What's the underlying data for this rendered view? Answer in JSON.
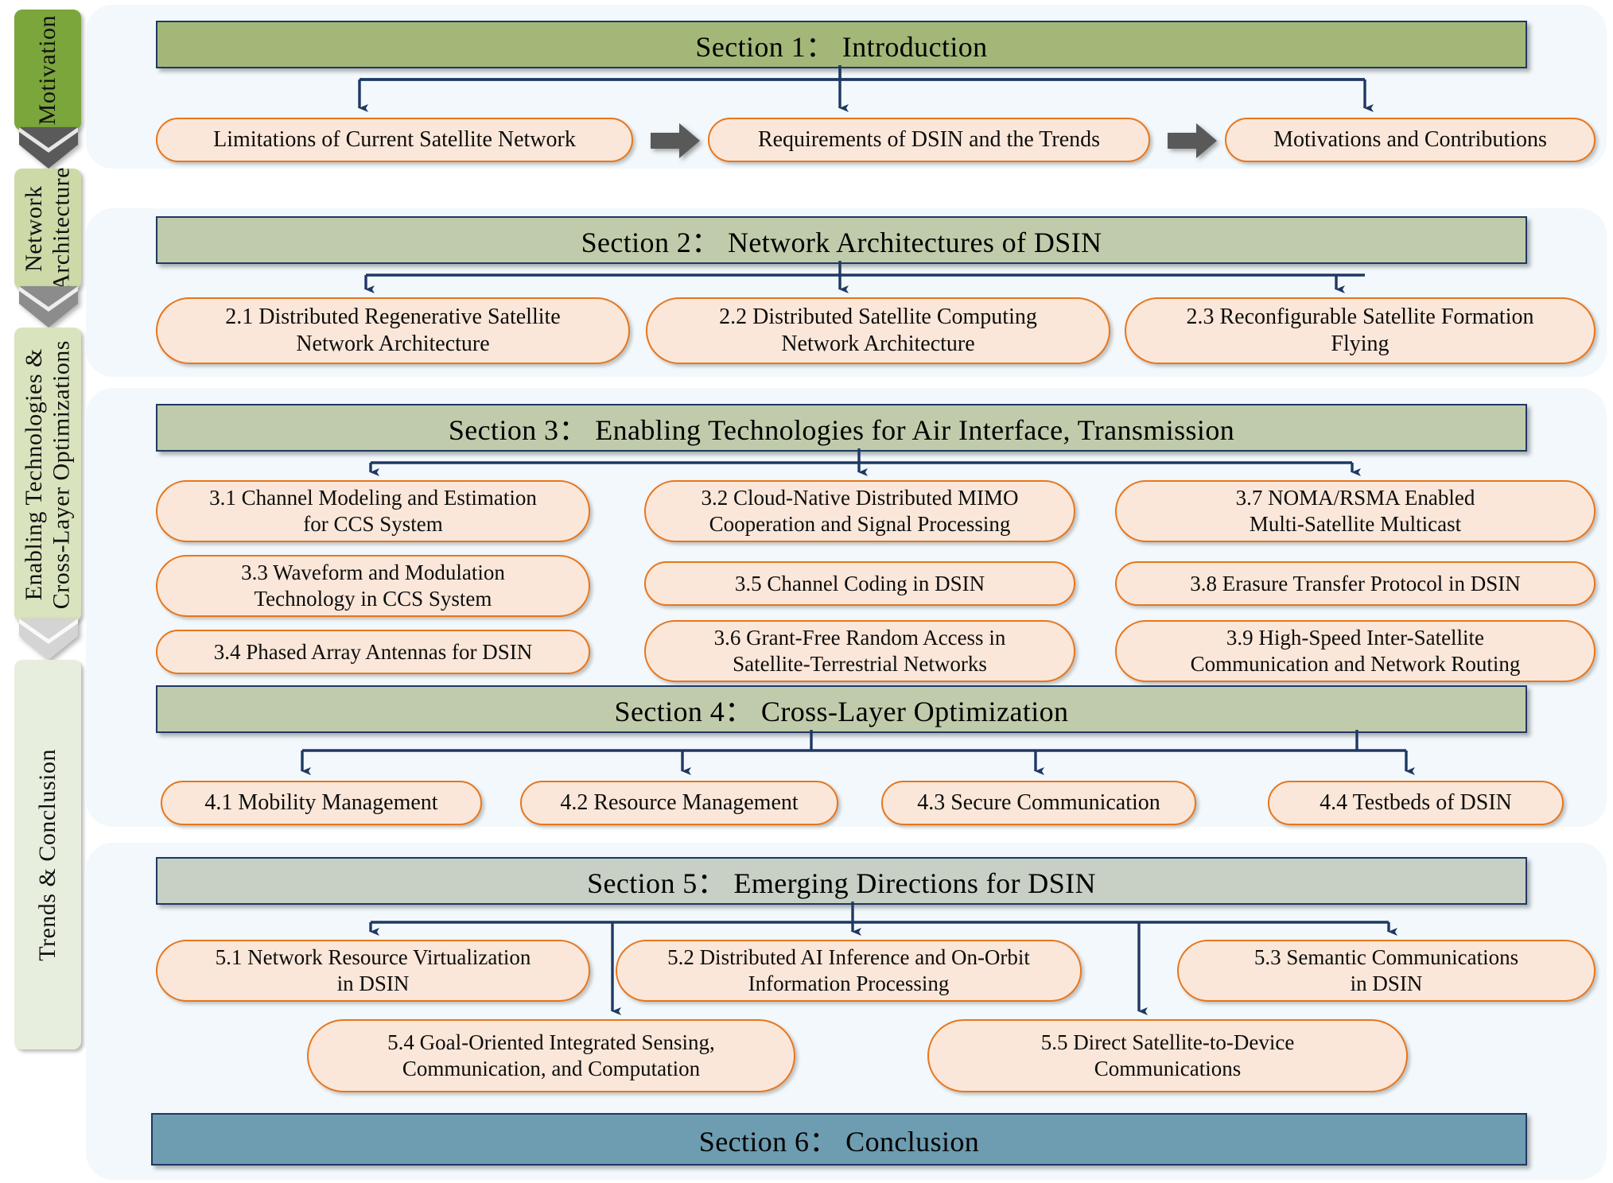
{
  "colors": {
    "panel_bg": "#f2f8fb",
    "section_green_1": "#a3b878",
    "section_green_2": "#c0cbab",
    "section_blue_6": "#6e9cb0",
    "node_fill": "#fae7d9",
    "node_border": "#e8761c",
    "connector": "#1f3864",
    "rail_green_1": "#7fa githe",
    "arrow_grey": "#595959"
  },
  "rail": {
    "items": [
      {
        "label": "Motivation",
        "fill": "#7ba63c"
      },
      {
        "label": "Network\nArchitecture",
        "fill": "#cddaa8"
      },
      {
        "label": "Enabling Technologies &\nCross-Layer Optimizations",
        "fill": "#d9e3bd"
      },
      {
        "label": "Trends & Conclusion",
        "fill": "#e8eede"
      }
    ],
    "chevrons": [
      {
        "name": "rail-chevron-1",
        "fill": "#5a5a5a"
      },
      {
        "name": "rail-chevron-2",
        "fill": "#8c8c8c"
      },
      {
        "name": "rail-chevron-3",
        "fill": "#d4d4d4"
      }
    ]
  },
  "sections": [
    {
      "id": "section-1",
      "title": "Section 1：  Introduction",
      "bar_fill": "#a3b878",
      "nodes": [
        {
          "id": "s1-n1",
          "label": "Limitations of Current Satellite Network"
        },
        {
          "id": "s1-n2",
          "label": "Requirements of DSIN and the Trends"
        },
        {
          "id": "s1-n3",
          "label": "Motivations and Contributions"
        }
      ]
    },
    {
      "id": "section-2",
      "title": "Section 2：  Network Architectures of DSIN",
      "bar_fill": "#c0cbab",
      "nodes": [
        {
          "id": "s2-n1",
          "label": "2.1  Distributed Regenerative Satellite\nNetwork Architecture"
        },
        {
          "id": "s2-n2",
          "label": "2.2  Distributed Satellite Computing\nNetwork Architecture"
        },
        {
          "id": "s2-n3",
          "label": "2.3  Reconfigurable Satellite Formation\nFlying"
        }
      ]
    },
    {
      "id": "section-3",
      "title": "Section 3：  Enabling Technologies for Air Interface, Transmission",
      "bar_fill": "#c0cbab",
      "nodes": [
        {
          "id": "s3-n1",
          "label": "3.1  Channel Modeling and Estimation\nfor CCS System"
        },
        {
          "id": "s3-n2",
          "label": "3.2  Cloud-Native Distributed MIMO\nCooperation and Signal Processing"
        },
        {
          "id": "s3-n7",
          "label": "3.7  NOMA/RSMA Enabled\nMulti-Satellite Multicast"
        },
        {
          "id": "s3-n3",
          "label": "3.3  Waveform and Modulation\nTechnology in CCS System"
        },
        {
          "id": "s3-n5",
          "label": "3.5  Channel Coding in DSIN"
        },
        {
          "id": "s3-n8",
          "label": "3.8 Erasure Transfer Protocol in DSIN"
        },
        {
          "id": "s3-n4",
          "label": "3.4  Phased Array Antennas for DSIN"
        },
        {
          "id": "s3-n6",
          "label": "3.6  Grant-Free Random Access in\nSatellite-Terrestrial Networks"
        },
        {
          "id": "s3-n9",
          "label": "3.9 High-Speed Inter-Satellite\nCommunication and Network Routing"
        }
      ]
    },
    {
      "id": "section-4",
      "title": "Section 4：  Cross-Layer Optimization",
      "bar_fill": "#c0cbab",
      "nodes": [
        {
          "id": "s4-n1",
          "label": "4.1  Mobility Management"
        },
        {
          "id": "s4-n2",
          "label": "4.2 Resource Management"
        },
        {
          "id": "s4-n3",
          "label": "4.3 Secure Communication"
        },
        {
          "id": "s4-n4",
          "label": "4.4 Testbeds of DSIN"
        }
      ]
    },
    {
      "id": "section-5",
      "title": "Section 5：  Emerging Directions for DSIN",
      "bar_fill": "#c8cfc5",
      "nodes": [
        {
          "id": "s5-n1",
          "label": "5.1  Network Resource Virtualization\nin DSIN"
        },
        {
          "id": "s5-n2",
          "label": "5.2  Distributed AI Inference and On-Orbit\nInformation Processing"
        },
        {
          "id": "s5-n3",
          "label": "5.3  Semantic Communications\nin DSIN"
        },
        {
          "id": "s5-n4",
          "label": "5.4  Goal-Oriented Integrated Sensing,\nCommunication, and Computation"
        },
        {
          "id": "s5-n5",
          "label": "5.5  Direct Satellite-to-Device\nCommunications"
        }
      ]
    },
    {
      "id": "section-6",
      "title": "Section 6：  Conclusion",
      "bar_fill": "#6e9cb0",
      "nodes": []
    }
  ]
}
